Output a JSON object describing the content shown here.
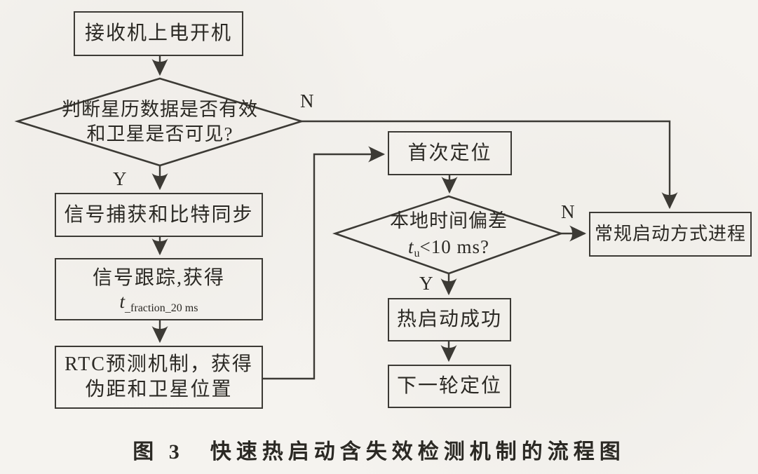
{
  "figure": {
    "caption": "图 3　快速热启动含失效检测机制的流程图"
  },
  "nodes": {
    "power_on": {
      "label": "接收机上电开机"
    },
    "ephemeris_check": {
      "line1": "判断星历数据是否有效",
      "line2": "和卫星是否可见?"
    },
    "signal_acquisition": {
      "label": "信号捕获和比特同步"
    },
    "signal_tracking": {
      "line1": "信号跟踪,获得",
      "var": "t",
      "var_sub": "_fraction_20 ms"
    },
    "rtc_prediction": {
      "line1": "RTC预测机制，获得",
      "line2": "伪距和卫星位置"
    },
    "first_fix": {
      "label": "首次定位"
    },
    "time_offset_check": {
      "line1": "本地时间偏差",
      "var": "t",
      "var_sub": "u",
      "cond": "<10 ms?"
    },
    "hot_start_success": {
      "label": "热启动成功"
    },
    "next_round_fix": {
      "label": "下一轮定位"
    },
    "normal_start": {
      "label": "常规启动方式进程"
    }
  },
  "branch_labels": {
    "ephemeris_yes": "Y",
    "ephemeris_no": "N",
    "offset_yes": "Y",
    "offset_no": "N"
  },
  "colors": {
    "paper": "#f5f3ef",
    "ink": "#3c3a35",
    "text": "#2b2924"
  }
}
